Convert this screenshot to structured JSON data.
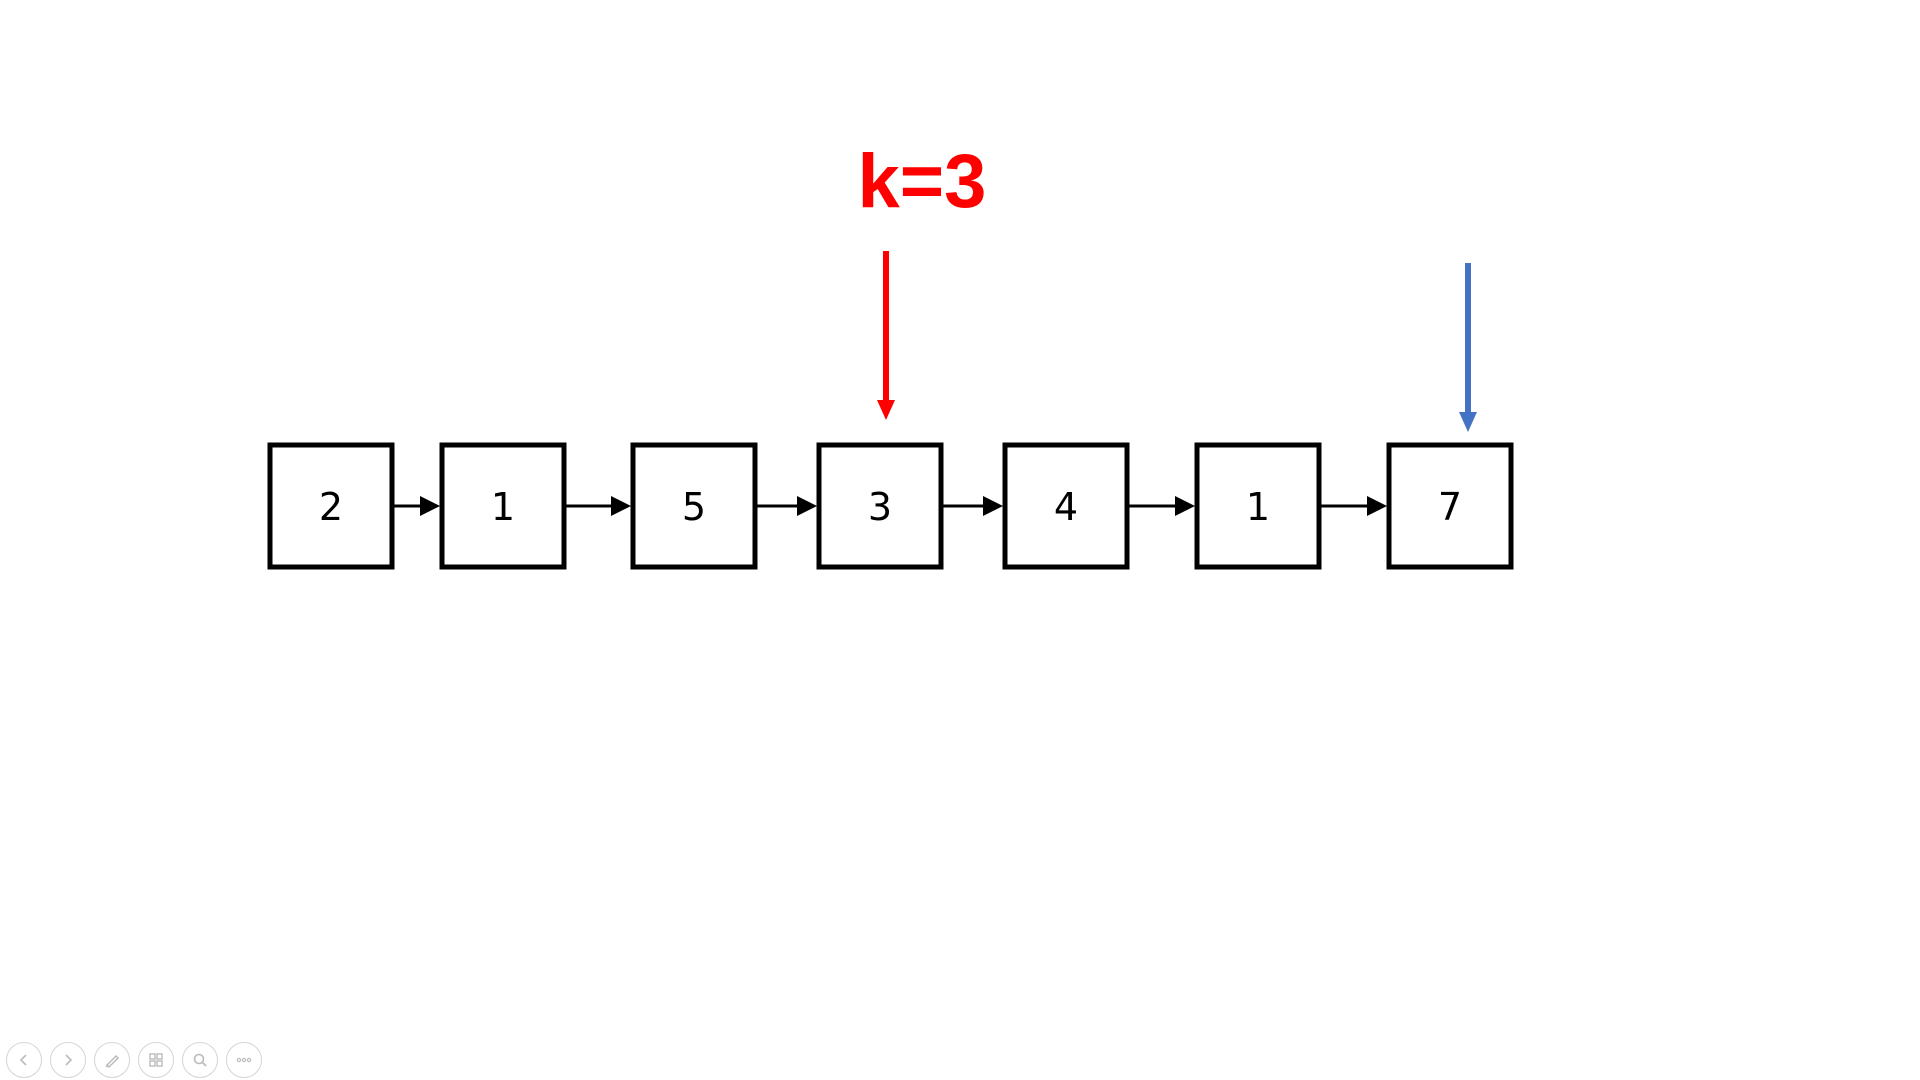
{
  "annotation": {
    "label": "k=3",
    "color": "#ff0000"
  },
  "pointer": {
    "color": "#4472c4"
  },
  "list": {
    "nodes": [
      "2",
      "1",
      "5",
      "3",
      "4",
      "1",
      "7"
    ],
    "node_border_color": "#000000",
    "edge_color": "#000000"
  },
  "toolbar": {
    "buttons": [
      {
        "name": "previous-slide-button",
        "icon": "arrow-left-icon"
      },
      {
        "name": "next-slide-button",
        "icon": "arrow-right-icon"
      },
      {
        "name": "pen-tool-button",
        "icon": "pen-icon"
      },
      {
        "name": "see-all-slides-button",
        "icon": "grid-icon"
      },
      {
        "name": "zoom-button",
        "icon": "magnifier-icon"
      },
      {
        "name": "more-options-button",
        "icon": "ellipsis-icon"
      }
    ]
  }
}
